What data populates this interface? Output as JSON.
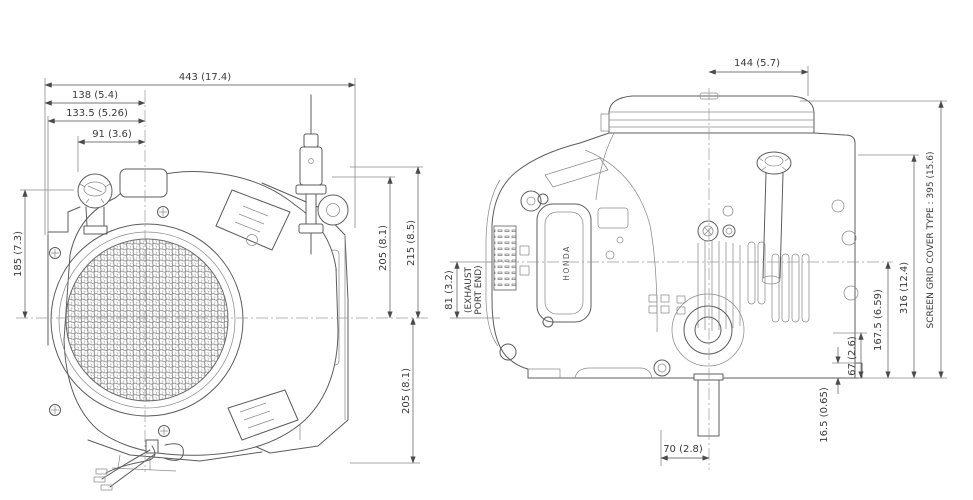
{
  "document": {
    "type": "engine-dimensional-drawing",
    "brand": "HONDA",
    "colors": {
      "background": "#ffffff",
      "art_line": "#5c5c5c",
      "dimension_line": "#7a7a7a",
      "text": "#3a3a3a",
      "mesh": "#8d8d8d"
    },
    "front_view": {
      "overall_width": "443 (17.4)",
      "width_138": "138 (5.4)",
      "width_133_5": "133.5 (5.26)",
      "width_91": "91 (3.6)",
      "height_185": "185 (7.3)",
      "height_205_upper": "205 (8.1)",
      "height_215": "215 (8.5)",
      "height_205_lower": "205 (8.1)"
    },
    "side_view": {
      "top_width": "144 (5.7)",
      "exhaust_height": "81 (3.2)",
      "exhaust_note_line1": "(EXHAUST",
      "exhaust_note_line2": "PORT END)",
      "pto_offset": "70 (2.8)",
      "step_height": "16.5 (0.65)",
      "height_67": "67 (2.6)",
      "height_167_5": "167.5 (6.59)",
      "height_316": "316 (12.4)",
      "screen_grid_cover": "SCREEN GRID COVER TYPE : 395 (15.6)"
    }
  }
}
